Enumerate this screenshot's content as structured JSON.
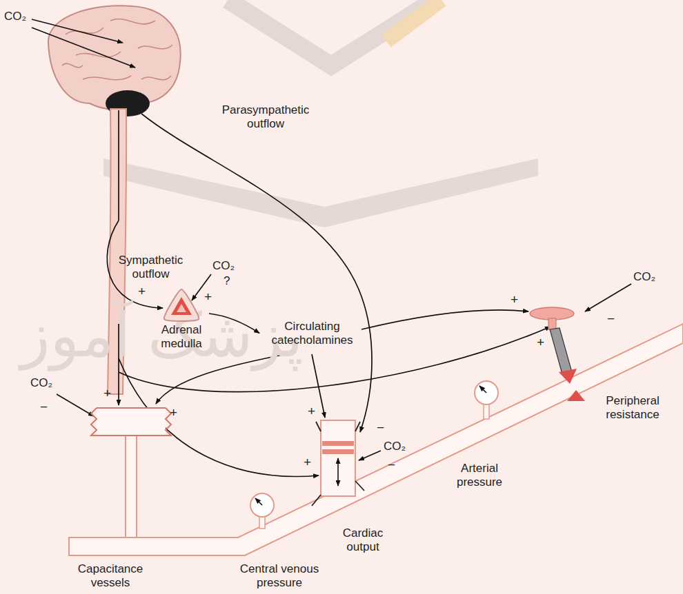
{
  "diagram": {
    "nodes": [
      {
        "text": [
          "Adrenal medulla"
        ]
      },
      {
        "text": [
          "Circulating catecholamines"
        ]
      }
    ],
    "edges": [
      {
        "from": 0,
        "to": 1,
        "arrow": "to"
      }
    ],
    "labels": [
      "CO₂",
      "Parasympathetic outflow",
      "Sympathetic outflow",
      "CO₂",
      "?",
      "+",
      "+",
      "CO₂",
      "+",
      "+",
      "−",
      "CO₂",
      "−",
      "+",
      "+",
      "+",
      "+",
      "−",
      "CO₂",
      "−",
      "Capacitance vessels",
      "Central venous pressure",
      "Cardiac output",
      "Arterial pressure",
      "Peripheral resistance",
      "پزشک آموز"
    ]
  }
}
